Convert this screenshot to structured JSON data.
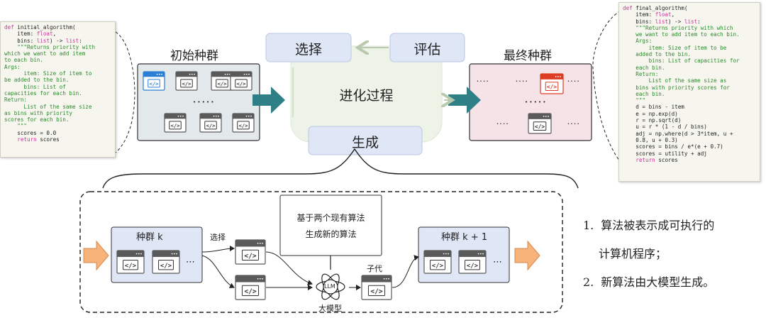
{
  "initial_code": [
    [
      [
        "kw",
        "def "
      ],
      [
        "tx",
        "initial_algorithm("
      ]
    ],
    [
      [
        "tx",
        "    item: "
      ],
      [
        "ty",
        "float"
      ],
      [
        "tx",
        ","
      ]
    ],
    [
      [
        "tx",
        "    bins: "
      ],
      [
        "ty",
        "list"
      ],
      [
        "tx",
        ") -> "
      ],
      [
        "ty",
        "list"
      ],
      [
        "tx",
        ":"
      ]
    ],
    [
      [
        "doc",
        "    \"\"\"Returns priority with"
      ]
    ],
    [
      [
        "doc",
        "which we want to add item"
      ]
    ],
    [
      [
        "doc",
        "to each bin."
      ]
    ],
    [
      [
        "doc",
        "Args:"
      ]
    ],
    [
      [
        "doc",
        "      item: Size of item to"
      ]
    ],
    [
      [
        "doc",
        "be added to the bin."
      ]
    ],
    [
      [
        "doc",
        "      bins: List of"
      ]
    ],
    [
      [
        "doc",
        "capacities for each bin."
      ]
    ],
    [
      [
        "doc",
        "Return:"
      ]
    ],
    [
      [
        "doc",
        "      List of the same size"
      ]
    ],
    [
      [
        "doc",
        "as bins with priority"
      ]
    ],
    [
      [
        "doc",
        "scores for each bin."
      ]
    ],
    [
      [
        "doc",
        "    \"\"\""
      ]
    ],
    [
      [
        "tx",
        "    scores = 0.0"
      ]
    ],
    [
      [
        "kw",
        "    return "
      ],
      [
        "tx",
        "scores"
      ]
    ]
  ],
  "final_code": [
    [
      [
        "kw",
        "def "
      ],
      [
        "tx",
        "final_algorithm("
      ]
    ],
    [
      [
        "tx",
        "    item: "
      ],
      [
        "ty",
        "float"
      ],
      [
        "tx",
        ","
      ]
    ],
    [
      [
        "tx",
        "    bins: "
      ],
      [
        "ty",
        "list"
      ],
      [
        "tx",
        ") -> "
      ],
      [
        "ty",
        "list"
      ],
      [
        "tx",
        ":"
      ]
    ],
    [
      [
        "doc",
        "    \"\"\"Returns priority with which"
      ]
    ],
    [
      [
        "doc",
        "    we want to add item to each bin."
      ]
    ],
    [
      [
        "doc",
        "    Args:"
      ]
    ],
    [
      [
        "doc",
        "        item: Size of item to be"
      ]
    ],
    [
      [
        "doc",
        "    added to the bin."
      ]
    ],
    [
      [
        "doc",
        "        bins: List of capacities for"
      ]
    ],
    [
      [
        "doc",
        "    each bin."
      ]
    ],
    [
      [
        "doc",
        "    Return:"
      ]
    ],
    [
      [
        "doc",
        "        List of the same size as"
      ]
    ],
    [
      [
        "doc",
        "    bins with priority scores for"
      ]
    ],
    [
      [
        "doc",
        "    each bin."
      ]
    ],
    [
      [
        "doc",
        "    \"\"\""
      ]
    ],
    [
      [
        "tx",
        "    d = bins - item"
      ]
    ],
    [
      [
        "tx",
        "    e = np.exp(d)"
      ]
    ],
    [
      [
        "tx",
        "    r = np.sqrt(d)"
      ]
    ],
    [
      [
        "tx",
        "    u = r * (1 - d / bins)"
      ]
    ],
    [
      [
        "tx",
        "    adj = np.where(d > 3*item, u +"
      ]
    ],
    [
      [
        "tx",
        "    0.8, u + 0.3)"
      ]
    ],
    [
      [
        "tx",
        "    scores = bins / e*(e + 0.7)"
      ]
    ],
    [
      [
        "tx",
        "    scores = utility + adj"
      ]
    ],
    [
      [
        "kw",
        "    return "
      ],
      [
        "tx",
        "scores"
      ]
    ]
  ],
  "labels": {
    "initial_population": "初始种群",
    "final_population": "最终种群",
    "select": "选择",
    "evaluate": "评估",
    "evolution": "进化过程",
    "generate": "生成",
    "population_k": "种群 k",
    "population_k1": "种群 k + 1",
    "select_small": "选择",
    "offspring": "子代",
    "llm_badge": "LLM",
    "llm_label": "大模型",
    "crossover_line1": "基于两个现有算法",
    "crossover_line2": "生成新的算法",
    "ellipsis": "⋯",
    "dots": "• • • • •",
    "dots_small": "• • • •",
    "dots_mini": "• • • •"
  },
  "notes": [
    {
      "num": "1.",
      "text": "算法被表示成可执行的"
    },
    {
      "num": "",
      "text": "计算机程序；"
    },
    {
      "num": "2.",
      "text": "新算法由大模型生成。"
    }
  ],
  "colors": {
    "initial_pop_fill": "#e3e8ea",
    "final_pop_fill": "#f5e3e8",
    "evolution_fill": "#eef3e8",
    "box_blue": "#dfe7f7",
    "arrow_teal": "#2f7f86",
    "arrow_orange": "#f7b37a",
    "highlight_blue": "#2a7fd4",
    "highlight_red": "#dd3b22"
  }
}
